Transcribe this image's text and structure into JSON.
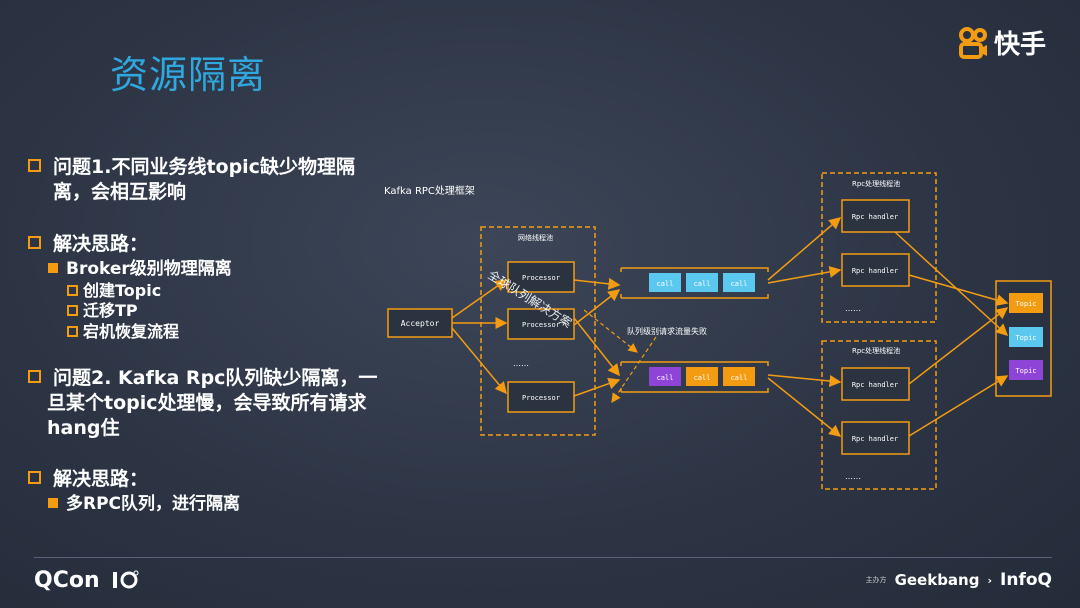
{
  "slide": {
    "title": "资源隔离",
    "brand_name": "快手"
  },
  "bullets": [
    {
      "level": 1,
      "lines": [
        "问题1.不同业务线topic缺少物理隔",
        "离，会相互影响"
      ]
    },
    {
      "level": 1,
      "lines": [
        "解决思路："
      ]
    },
    {
      "level": 2,
      "text": "Broker级别物理隔离"
    },
    {
      "level": 3,
      "text": "创建Topic"
    },
    {
      "level": 3,
      "text": "迁移TP"
    },
    {
      "level": 3,
      "text": "宕机恢复流程"
    },
    {
      "level": 1,
      "lines": [
        "问题2. Kafka Rpc队列缺少隔离，一",
        "旦某个topic处理慢，会导致所有请求",
        "hang住"
      ]
    },
    {
      "level": 1,
      "lines": [
        "解决思路："
      ]
    },
    {
      "level": 2,
      "text": "多RPC队列，进行隔离"
    }
  ],
  "diagram": {
    "caption": "Kafka RPC处理框架",
    "acceptor": "Acceptor",
    "network_group_label": "网络线程池",
    "processors": [
      "Processor",
      "Processor",
      "Processor"
    ],
    "processor_ellipsis": "……",
    "queue_top_calls": [
      "call",
      "call",
      "call"
    ],
    "queue_bottom_calls": [
      "call",
      "call",
      "call"
    ],
    "handler_group_label": "Rpc处理线程池",
    "handlers_top": [
      "Rpc handler",
      "Rpc handler"
    ],
    "handlers_bottom": [
      "Rpc handler",
      "Rpc handler"
    ],
    "handler_ellipsis": "……",
    "topics": [
      "Topic",
      "Topic",
      "Topic"
    ],
    "overlay_text": "全球队列解决方案",
    "mid_text": "队列级别请求流量失败",
    "colors": {
      "orange": "#f39c12",
      "cyan": "#5bc8ef",
      "purple": "#8e44d6"
    }
  },
  "footer": {
    "left_logo": "QCon",
    "sponsor_label": "主办方",
    "geekbang": "Geekbang",
    "infoq": "InfoQ"
  }
}
